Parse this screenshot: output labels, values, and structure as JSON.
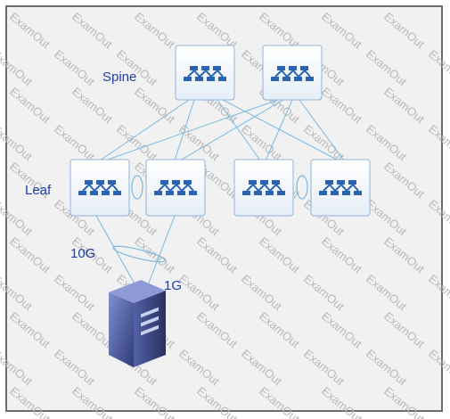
{
  "labels": {
    "spine": "Spine",
    "leaf": "Leaf",
    "link_10g": "10G",
    "link_1g": "1G"
  },
  "watermark": "ExamOut",
  "icons": {
    "switch": "switch-icon",
    "server": "server-icon"
  },
  "colors": {
    "link": "#7ab8e0",
    "switch_box_border": "#8fb3d6",
    "switch_glyph": "#2a64b0",
    "label": "#1f3fa6",
    "server": "#4a5a9a"
  }
}
